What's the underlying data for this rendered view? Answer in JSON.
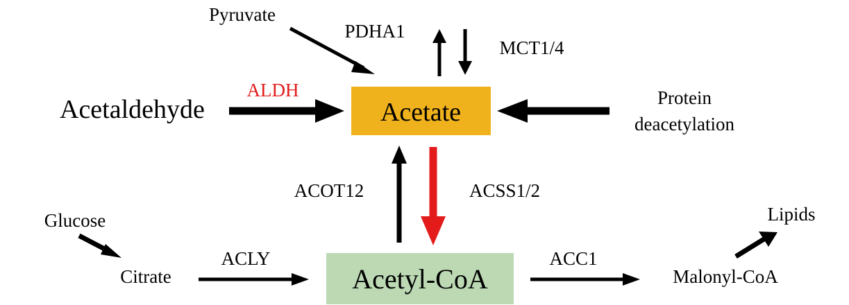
{
  "colors": {
    "acetate_box": "#f0b21c",
    "acetyl_coa_box": "#bcd9b4",
    "red": "#e31b1b",
    "black": "#000000"
  },
  "nodes": {
    "acetate": "Acetate",
    "acetyl_coa": "Acetyl-CoA",
    "acetaldehyde": "Acetaldehyde",
    "pyruvate": "Pyruvate",
    "protein_deacetylation_line1": "Protein",
    "protein_deacetylation_line2": "deacetylation",
    "glucose": "Glucose",
    "citrate": "Citrate",
    "malonyl_coa": "Malonyl-CoA",
    "lipids": "Lipids"
  },
  "enzymes": {
    "aldh": "ALDH",
    "pdha1": "PDHA1",
    "mct": "MCT1/4",
    "acot12": "ACOT12",
    "acss": "ACSS1/2",
    "acly": "ACLY",
    "acc1": "ACC1"
  }
}
